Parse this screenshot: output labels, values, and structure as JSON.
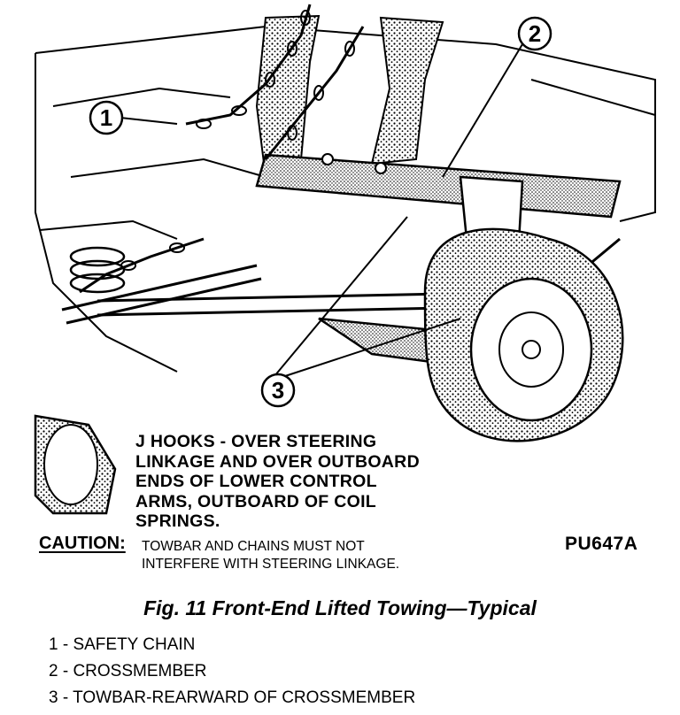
{
  "callouts": [
    "1",
    "2",
    "3"
  ],
  "note": "J HOOKS - OVER STEERING\nLINKAGE AND OVER OUTBOARD\nENDS OF LOWER CONTROL\nARMS, OUTBOARD OF COIL\nSPRINGS.",
  "caution": {
    "label": "CAUTION:",
    "text": "TOWBAR AND CHAINS MUST NOT\nINTERFERE WITH STEERING LINKAGE."
  },
  "drawing_id": "PU647A",
  "figure_caption": "Fig. 11 Front-End Lifted Towing—Typical",
  "legend": [
    "1 - SAFETY CHAIN",
    "2 - CROSSMEMBER",
    "3 - TOWBAR-REARWARD OF CROSSMEMBER"
  ]
}
